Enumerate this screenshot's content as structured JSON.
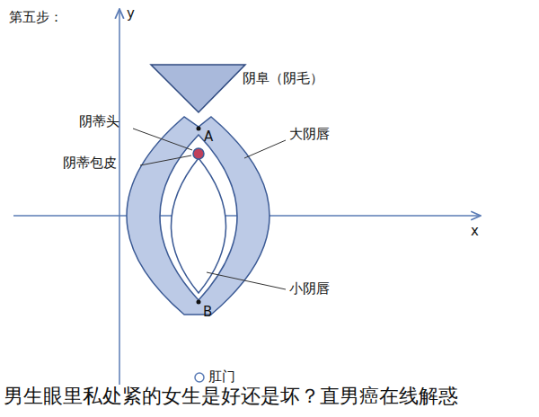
{
  "diagram": {
    "title": "第五步：",
    "caption": "男生眼里私处紧的女生是好还是坏？直男癌在线解惑",
    "labels": [
      "y",
      "x",
      "阴阜（阴毛）",
      "阴蒂头",
      "A",
      "阴蒂包皮",
      "大阴唇",
      "小阴唇",
      "B",
      "肛门"
    ]
  }
}
